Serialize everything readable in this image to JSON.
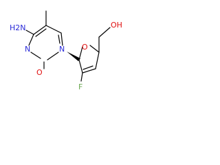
{
  "molecule": {
    "atoms": {
      "amine": "H2N",
      "n_amide": "N",
      "n_ring": "N",
      "oxo": "O",
      "ring_o": "O",
      "fluoro": "F",
      "hydroxyl": "OH"
    }
  },
  "colors": {
    "nitrogen": "#2a2ad8",
    "oxygen": "#e01010",
    "fluorine": "#6aa84f",
    "bond": "#000000"
  }
}
